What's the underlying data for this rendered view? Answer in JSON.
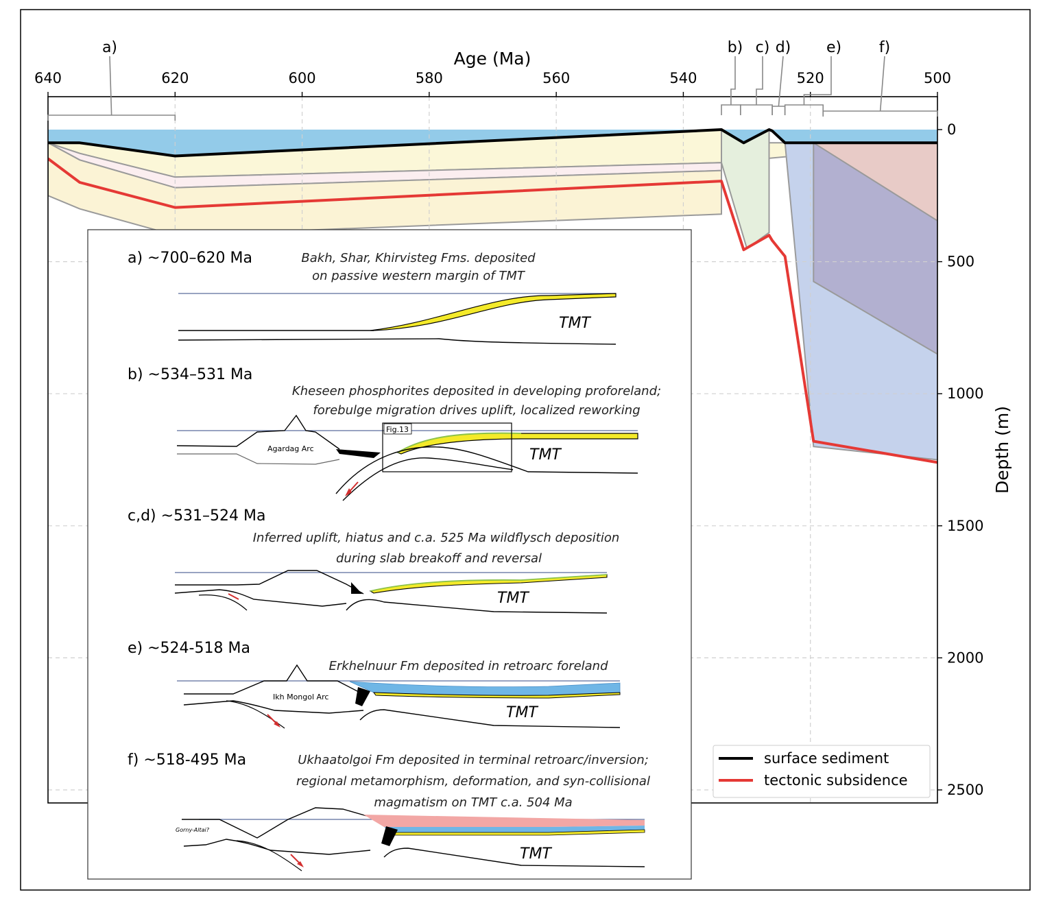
{
  "chart_data": {
    "type": "area",
    "xlabel": "Age (Ma)",
    "ylabel": "Depth (m)",
    "xlim": [
      640,
      500
    ],
    "ylim": [
      2600,
      -50
    ],
    "x_ticks": [
      "640",
      "620",
      "600",
      "580",
      "560",
      "540",
      "520",
      "500"
    ],
    "y_ticks": [
      "0",
      "500",
      "1000",
      "1500",
      "2000",
      "2500"
    ],
    "grid": "dashed",
    "legend_position": "lower-right",
    "series": [
      {
        "name": "surface sediment",
        "color": "#000000",
        "points": [
          [
            640,
            50
          ],
          [
            635,
            50
          ],
          [
            620,
            100
          ],
          [
            534,
            0
          ],
          [
            530.5,
            50
          ],
          [
            526.5,
            0
          ],
          [
            526,
            5
          ],
          [
            524,
            50
          ],
          [
            500,
            50
          ]
        ]
      },
      {
        "name": "tectonic subsidence",
        "color": "#e53935",
        "points": [
          [
            640,
            110
          ],
          [
            635,
            200
          ],
          [
            620,
            295
          ],
          [
            534,
            195
          ],
          [
            530.5,
            455
          ],
          [
            526.5,
            400
          ],
          [
            526,
            420
          ],
          [
            524,
            480
          ],
          [
            519.5,
            1180
          ],
          [
            500,
            1260
          ]
        ]
      }
    ],
    "layers": [
      {
        "color": "#fbf7d8",
        "top": [
          [
            640,
            50
          ],
          [
            635,
            50
          ],
          [
            620,
            100
          ],
          [
            534,
            0
          ],
          [
            531,
            50
          ],
          [
            500,
            50
          ]
        ],
        "bottom": [
          [
            640,
            50
          ],
          [
            635,
            90
          ],
          [
            620,
            180
          ],
          [
            534,
            125
          ]
        ]
      },
      {
        "color": "#fbeef0",
        "top": [
          [
            640,
            50
          ],
          [
            635,
            90
          ],
          [
            620,
            180
          ],
          [
            534,
            125
          ]
        ],
        "bottom": [
          [
            640,
            50
          ],
          [
            635,
            115
          ],
          [
            620,
            220
          ],
          [
            534,
            155
          ]
        ]
      },
      {
        "color": "#fbf3d5",
        "top": [
          [
            640,
            50
          ],
          [
            635,
            115
          ],
          [
            620,
            220
          ],
          [
            534,
            155
          ]
        ],
        "bottom": [
          [
            640,
            250
          ],
          [
            635,
            300
          ],
          [
            620,
            400
          ],
          [
            534,
            320
          ]
        ]
      },
      {
        "color": "#e5efdd",
        "top": [
          [
            534,
            0
          ],
          [
            530.5,
            50
          ],
          [
            526.5,
            0
          ]
        ],
        "bottom": [
          [
            534,
            125
          ],
          [
            530,
            450
          ],
          [
            526.5,
            390
          ]
        ]
      },
      {
        "color": "#c5d2ec",
        "top": [
          [
            524,
            50
          ],
          [
            500,
            50
          ]
        ],
        "bottom": [
          [
            519.5,
            1200
          ],
          [
            500,
            1250
          ]
        ]
      },
      {
        "color": "#b2b0d0",
        "top": [
          [
            519.5,
            50
          ],
          [
            500,
            50
          ]
        ],
        "bottom": [
          [
            519.5,
            575
          ],
          [
            500,
            850
          ]
        ]
      },
      {
        "color": "#e8cbc7",
        "top": [
          [
            519.5,
            50
          ],
          [
            500,
            50
          ]
        ],
        "bottom": [
          [
            500,
            345
          ]
        ]
      }
    ],
    "intervals": [
      {
        "label": "a)",
        "from": 640,
        "to": 620
      },
      {
        "label": "b)",
        "from": 534,
        "to": 531
      },
      {
        "label": "c)",
        "from": 531,
        "to": 526
      },
      {
        "label": "d)",
        "from": 526,
        "to": 524
      },
      {
        "label": "e)",
        "from": 524,
        "to": 518
      },
      {
        "label": "f)",
        "from": 518,
        "to": 500
      }
    ]
  },
  "inset": {
    "panels": [
      {
        "title": "a) ~700–620 Ma",
        "desc": [
          "Bakh, Shar, Khirvisteg Fms. deposited",
          "on passive western margin of TMT"
        ],
        "tmt": "TMT"
      },
      {
        "title": "b) ~534–531 Ma",
        "desc": [
          "Kheseen phosphorites deposited in developing proforeland;",
          "forebulge migration drives uplift, localized reworking"
        ],
        "tmt": "TMT",
        "arc": "Agardag Arc",
        "box": "Fig.13"
      },
      {
        "title": "c,d) ~531–524 Ma",
        "desc": [
          "Inferred uplift, hiatus and c.a. 525 Ma wildflysch deposition",
          "during slab breakoff and reversal"
        ],
        "tmt": "TMT"
      },
      {
        "title": "e) ~524-518 Ma",
        "desc": [
          "Erkhelnuur Fm deposited in retroarc foreland"
        ],
        "tmt": "TMT",
        "arc": "Ikh Mongol Arc"
      },
      {
        "title": "f) ~518-495 Ma",
        "desc": [
          "Ukhaatolgoi Fm deposited in terminal retroarc/inversion;",
          "regional metamorphism, deformation, and syn-collisional",
          "magmatism on TMT c.a. 504 Ma"
        ],
        "tmt": "TMT",
        "side": "Gorny-Altai?"
      }
    ]
  }
}
